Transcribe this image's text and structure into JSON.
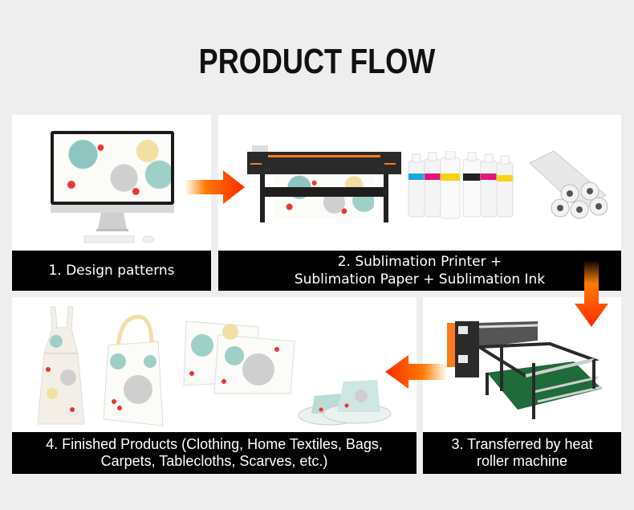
{
  "title": "PRODUCT FLOW",
  "colors": {
    "background": "#eeeeee",
    "panel": "#ffffff",
    "label_bg": "#000000",
    "label_text": "#ffffff",
    "arrow_start": "#ff8a00",
    "arrow_end": "#ff2a00"
  },
  "steps": [
    {
      "label_lines": [
        "1. Design patterns"
      ],
      "images": [
        "desktop-monitor-with-floral-pattern",
        "keyboard",
        "mouse"
      ]
    },
    {
      "label_lines": [
        "2. Sublimation Printer +",
        "Sublimation Paper + Sublimation Ink"
      ],
      "images": [
        "sublimation-printer",
        "ink-bottles",
        "paper-rolls"
      ],
      "ink_colors": [
        "#1aa6e0",
        "#e5157a",
        "#f7d417",
        "#222222",
        "#e5157a",
        "#f7d417"
      ]
    },
    {
      "label_lines": [
        "3. Transferred by heat",
        "roller machine"
      ],
      "images": [
        "heat-roller-machine"
      ]
    },
    {
      "label_lines": [
        "4. Finished Products (Clothing, Home Textiles, Bags,",
        "Carpets, Tablecloths, Scarves, etc.)"
      ],
      "images": [
        "dress",
        "tote-bag",
        "pillows",
        "bucket-hats"
      ]
    }
  ],
  "arrows": [
    {
      "from": 1,
      "to": 2,
      "direction": "right"
    },
    {
      "from": 2,
      "to": 3,
      "direction": "down"
    },
    {
      "from": 3,
      "to": 4,
      "direction": "left"
    }
  ]
}
